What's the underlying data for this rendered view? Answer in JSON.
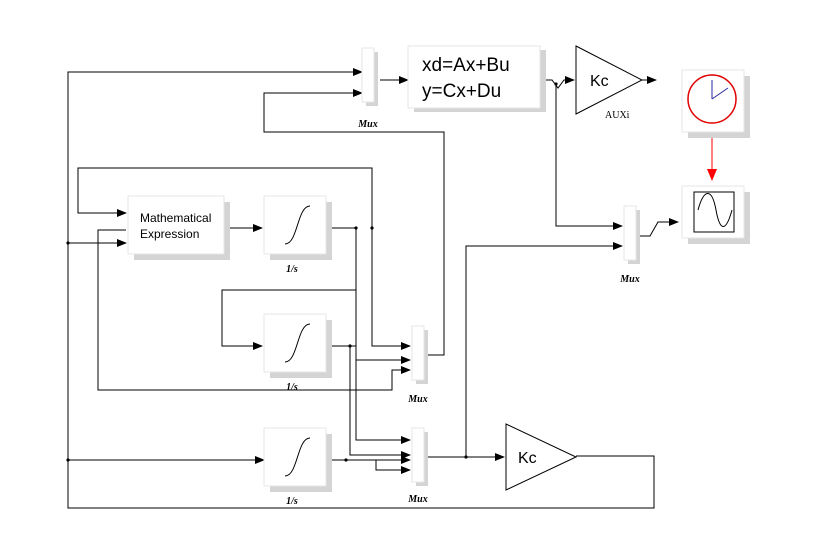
{
  "diagram": {
    "blocks": {
      "state_space": {
        "line1": "xd=Ax+Bu",
        "line2": "y=Cx+Du"
      },
      "gain_top": {
        "text": "Kc",
        "label": "AUXi"
      },
      "gain_bottom": {
        "text": "Kc"
      },
      "math_expr": {
        "line1": "Mathematical",
        "line2": "Expression"
      },
      "integrator_1": {
        "label": "1/s"
      },
      "integrator_2": {
        "label": "1/s"
      },
      "integrator_3": {
        "label": "1/s"
      },
      "mux_top": {
        "label": "Mux"
      },
      "mux_right": {
        "label": "Mux"
      },
      "mux_mid": {
        "label": "Mux"
      },
      "mux_bottom": {
        "label": "Mux"
      },
      "clock": {
        "icon": "clock-icon"
      },
      "scope": {
        "icon": "scope-icon"
      }
    },
    "colors": {
      "clock_ring": "#e00000",
      "clock_hands": "#2a2aa0",
      "activation_link": "#ff0000",
      "block_shadow": "#d4d4d4"
    }
  }
}
